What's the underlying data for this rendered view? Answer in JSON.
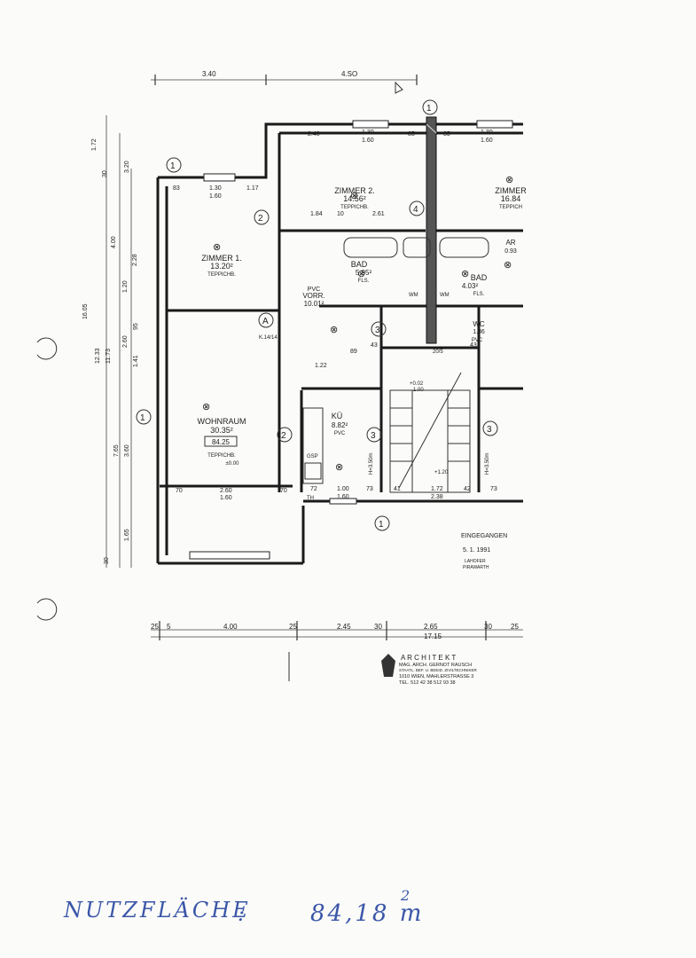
{
  "top_dimensions": {
    "left": "3.40",
    "right": "4.SO"
  },
  "axes": {
    "one": "1",
    "two": "2",
    "three": "3",
    "four": "4",
    "a": "A"
  },
  "rooms": [
    {
      "name": "ZIMMER 1.",
      "area": "13.20²",
      "floor": "TEPPICHB."
    },
    {
      "name": "ZIMMER 2.",
      "area": "14.56²",
      "floor": "TEPPICHB."
    },
    {
      "name": "ZIMMER",
      "area": "16.84",
      "floor": "TEPPICH"
    },
    {
      "name": "WOHNRAUM",
      "area": "30.35²",
      "floor": "TEPPICHB.",
      "total": "84.25",
      "level": "±0.00"
    },
    {
      "name": "BAD",
      "area": "5.95²",
      "floor": "FLS."
    },
    {
      "name": "BAD",
      "area": "4.03²",
      "floor": "FLS."
    },
    {
      "name": "VORR.",
      "area": "10.01²",
      "floor": "PVC"
    },
    {
      "name": "KÜ",
      "area": "8.82²",
      "floor": "PVC"
    },
    {
      "name": "WC",
      "area": "1.36",
      "floor": "PVC"
    },
    {
      "name": "AR",
      "area": "0.93"
    }
  ],
  "labels": {
    "gsp": "GSP",
    "th": "TH",
    "wm1": "WM",
    "wm2": "WM",
    "k14": "K.14/14",
    "lobby_level": "+0.02",
    "lobby_level2": "1.00",
    "landing": "+1.20",
    "stairs": "20/5",
    "h1": "H=3.50m",
    "h2": "H=3.50m",
    "eingegangen": "EINGEGANGEN",
    "stamp_date": "5. 1. 1991",
    "stamp_city": "LAHOFER",
    "stamp_sub": "PIRAWARTH"
  },
  "dims": {
    "r1": [
      "2.40",
      "1.30",
      "1.60",
      "85",
      "85",
      "1.30",
      "1.60"
    ],
    "r2": [
      "83",
      "1.30",
      "1.60",
      "1.17"
    ],
    "r3": [
      "1.84",
      "10",
      "2.61"
    ],
    "r4": [
      "70",
      "2.60",
      "1.60",
      "70",
      "72",
      "1.00",
      "1.60",
      "73",
      "41",
      "1.72",
      "2.38",
      "42",
      "73"
    ],
    "r5": [
      "1.22",
      "89",
      "43",
      "43"
    ],
    "bottom1": [
      "25",
      "5",
      "4.00",
      "25",
      "2.45",
      "30",
      "2.65",
      "30",
      "25"
    ],
    "bottom2": [
      "17.15"
    ],
    "left": [
      "1.72",
      "30",
      "3.20",
      "16.05",
      "12.33",
      "11.73",
      "4.00",
      "2.28",
      "1.20",
      "95",
      "2.60",
      "1.41",
      "7.65",
      "3.60",
      "1.65",
      "30"
    ]
  },
  "architect": {
    "title": "A R C H I T E K T",
    "name": "MAG. ARCH. GERNOT RAUSCH",
    "line2": "STAATL. BEF. U. BEEID. ZIVILTECHNIKER",
    "address": "1010 WIEN, MAHLERSTRASSE 3",
    "tel": "TEL. 512 42 38      512 93 38"
  },
  "handwriting": {
    "label": "NUTZFLÄCHE",
    "colon": ":",
    "value": "84,18 m",
    "exp": "2"
  }
}
